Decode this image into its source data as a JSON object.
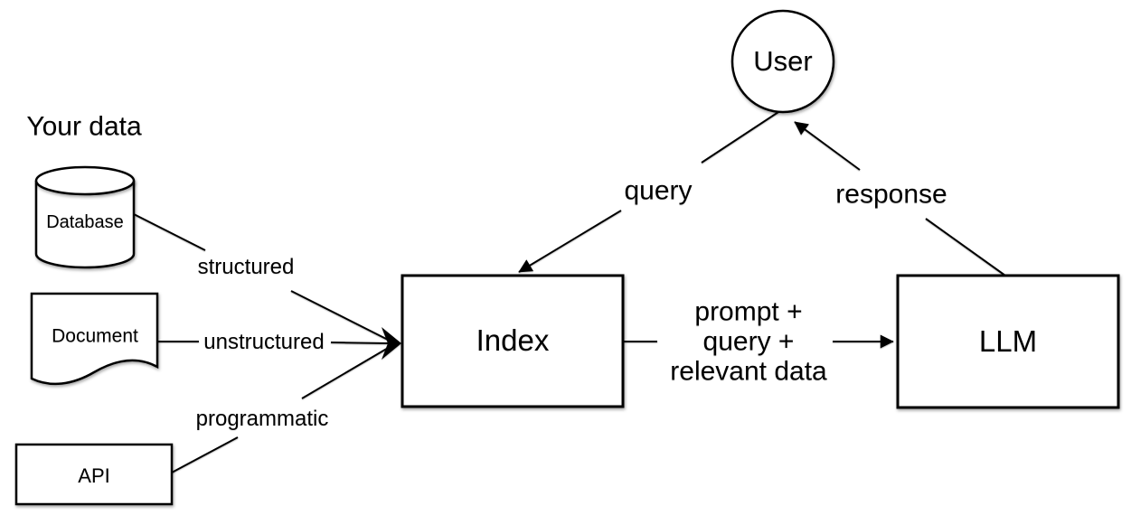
{
  "diagram": {
    "section_label": "Your data",
    "nodes": {
      "user": {
        "label": "User",
        "shape": "circle"
      },
      "database": {
        "label": "Database",
        "shape": "cylinder"
      },
      "document": {
        "label": "Document",
        "shape": "document"
      },
      "api": {
        "label": "API",
        "shape": "rectangle"
      },
      "index": {
        "label": "Index",
        "shape": "rectangle"
      },
      "llm": {
        "label": "LLM",
        "shape": "rectangle"
      }
    },
    "edges": {
      "database_to_index": {
        "from": "database",
        "to": "index",
        "label": "structured"
      },
      "document_to_index": {
        "from": "document",
        "to": "index",
        "label": "unstructured"
      },
      "api_to_index": {
        "from": "api",
        "to": "index",
        "label": "programmatic"
      },
      "user_to_index": {
        "from": "user",
        "to": "index",
        "label": "query"
      },
      "index_to_llm": {
        "from": "index",
        "to": "llm",
        "label_lines": [
          "prompt +",
          "query +",
          "relevant data"
        ]
      },
      "llm_to_user": {
        "from": "llm",
        "to": "user",
        "label": "response"
      }
    },
    "colors": {
      "background": "#ffffff",
      "stroke": "#000000",
      "node_fill": "#ffffff",
      "text": "#000000"
    }
  }
}
